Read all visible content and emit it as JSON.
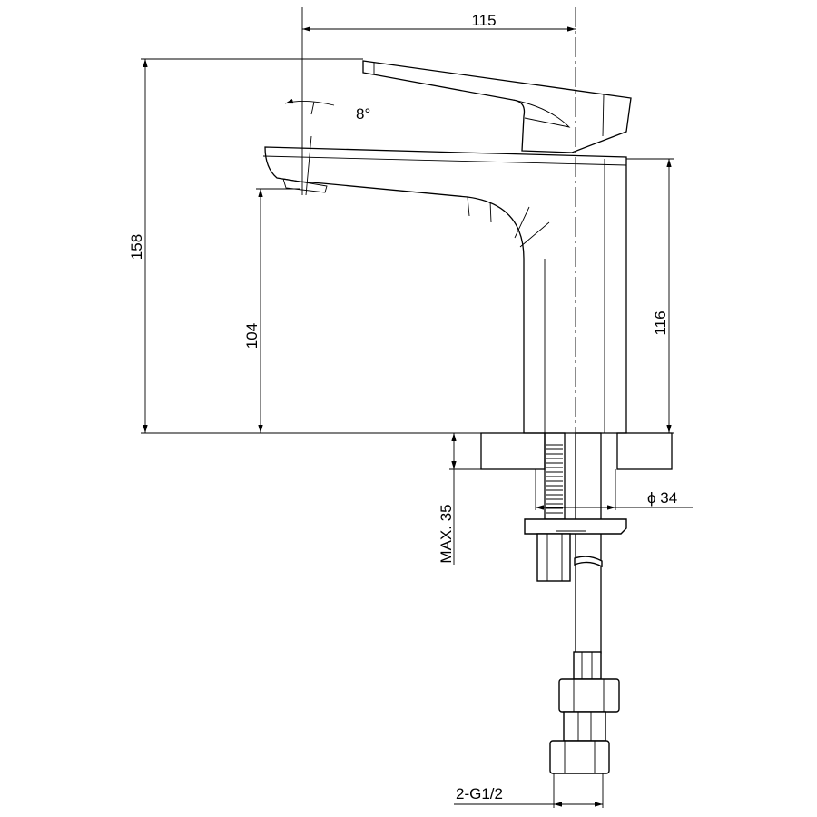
{
  "drawing": {
    "title": "Basin mixer tap dimension drawing",
    "dimensions": {
      "overall_reach": "115",
      "overall_height": "158",
      "spout_height": "104",
      "body_height": "116",
      "handle_angle": "8°",
      "max_deck_thickness": "MAX. 35",
      "hole_diameter": "ϕ 34",
      "connection_thread": "2-G1/2"
    },
    "units": "mm"
  }
}
